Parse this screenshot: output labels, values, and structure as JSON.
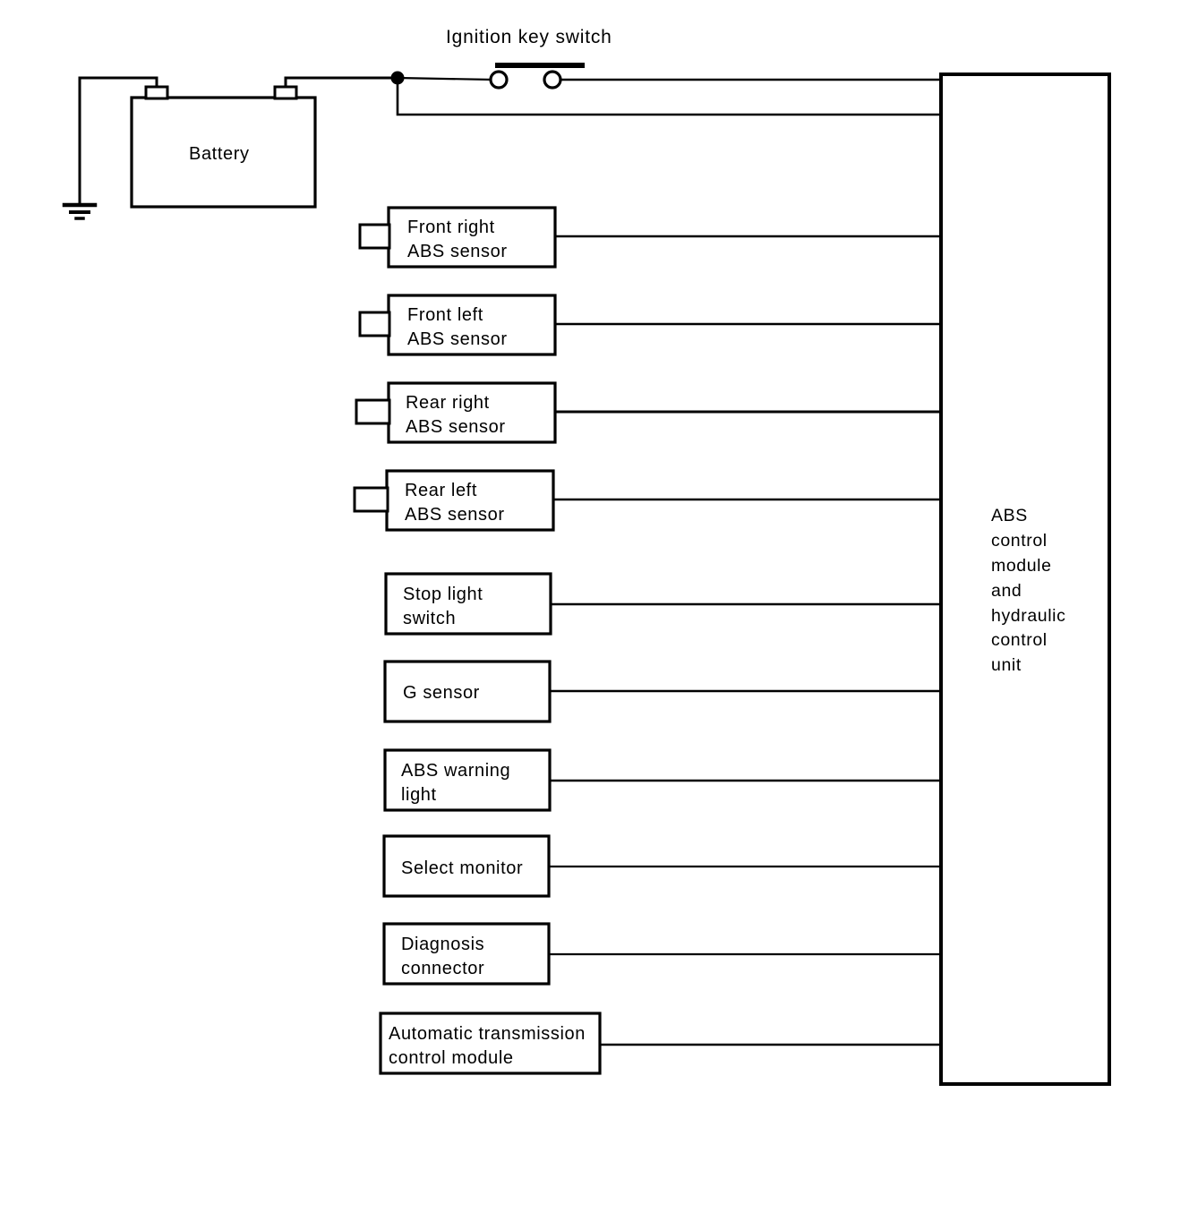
{
  "diagram": {
    "title_label": "Ignition key switch",
    "battery": {
      "label": "Battery",
      "terminal_left_name": "negative-terminal",
      "terminal_right_name": "positive-terminal",
      "ground_symbol": "chassis-ground"
    },
    "ignition_switch": {
      "label": "Ignition key switch",
      "contact_left": "contact-open-left",
      "contact_right": "contact-open-right",
      "blade": "switch-blade"
    },
    "control_module": {
      "lines": [
        "ABS",
        "control",
        "module",
        "and",
        "hydraulic",
        "control",
        "unit"
      ],
      "text": "ABS\ncontrol\nmodule\nand\nhydraulic\ncontrol\nunit"
    },
    "components": [
      {
        "id": "front-right-abs-sensor",
        "lines": [
          "Front right",
          "ABS sensor"
        ],
        "has_connector_tab": true
      },
      {
        "id": "front-left-abs-sensor",
        "lines": [
          "Front left",
          "ABS sensor"
        ],
        "has_connector_tab": true
      },
      {
        "id": "rear-right-abs-sensor",
        "lines": [
          "Rear right",
          "ABS sensor"
        ],
        "has_connector_tab": true
      },
      {
        "id": "rear-left-abs-sensor",
        "lines": [
          "Rear left",
          "ABS sensor"
        ],
        "has_connector_tab": true
      },
      {
        "id": "stop-light-switch",
        "lines": [
          "Stop light",
          "switch"
        ],
        "has_connector_tab": false
      },
      {
        "id": "g-sensor",
        "lines": [
          "G sensor"
        ],
        "has_connector_tab": false
      },
      {
        "id": "abs-warning-light",
        "lines": [
          "ABS warning",
          "light"
        ],
        "has_connector_tab": false
      },
      {
        "id": "select-monitor",
        "lines": [
          "Select monitor"
        ],
        "has_connector_tab": false
      },
      {
        "id": "diagnosis-connector",
        "lines": [
          "Diagnosis",
          "connector"
        ],
        "has_connector_tab": false
      },
      {
        "id": "automatic-transmission-control-module",
        "lines": [
          "Automatic transmission",
          "control module"
        ],
        "has_connector_tab": false
      }
    ],
    "colors": {
      "line": "#000000",
      "background": "#ffffff",
      "text": "#000000"
    }
  }
}
